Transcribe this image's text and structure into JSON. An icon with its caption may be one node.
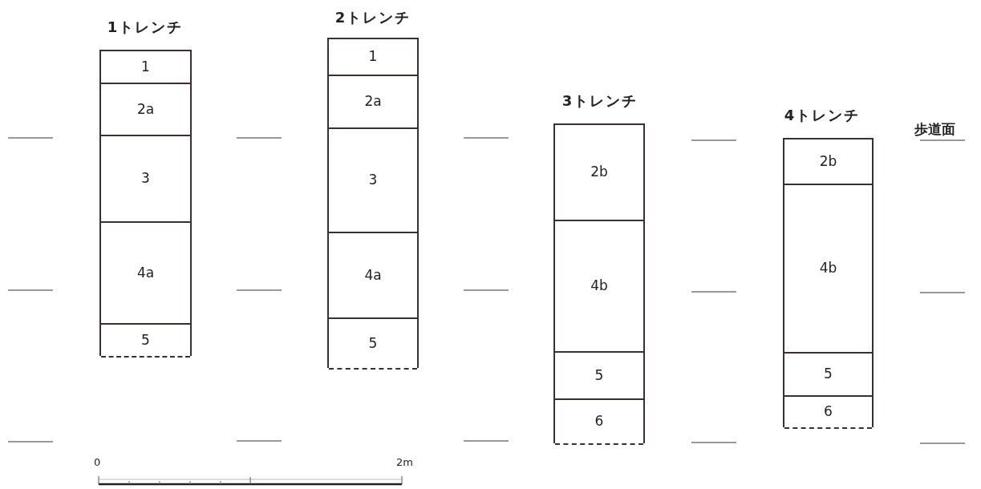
{
  "diagram": {
    "nodes": [
      {
        "text": [
          "1トレンチ"
        ]
      },
      {
        "text": [
          "1"
        ],
        "in": 0
      },
      {
        "text": [
          "2a"
        ],
        "in": 0
      },
      {
        "text": [
          "3"
        ],
        "in": 0
      },
      {
        "text": [
          "4a"
        ],
        "in": 0
      },
      {
        "text": [
          "5"
        ],
        "in": 0
      },
      {
        "text": [
          "2トレンチ"
        ]
      },
      {
        "text": [
          "1"
        ],
        "in": 6
      },
      {
        "text": [
          "2a"
        ],
        "in": 6
      },
      {
        "text": [
          "3"
        ],
        "in": 6
      },
      {
        "text": [
          "4a"
        ],
        "in": 6
      },
      {
        "text": [
          "5"
        ],
        "in": 6
      },
      {
        "text": [
          "3トレンチ"
        ]
      },
      {
        "text": [
          "2b"
        ],
        "in": 12
      },
      {
        "text": [
          "4b"
        ],
        "in": 12
      },
      {
        "text": [
          "5"
        ],
        "in": 12
      },
      {
        "text": [
          "6"
        ],
        "in": 12
      },
      {
        "text": [
          "4トレンチ"
        ]
      },
      {
        "text": [
          "2b"
        ],
        "in": 17
      },
      {
        "text": [
          "4b"
        ],
        "in": 17
      },
      {
        "text": [
          "5"
        ],
        "in": 17
      },
      {
        "text": [
          "6"
        ],
        "in": 17
      }
    ],
    "labels": [
      "歩道面",
      "0",
      "2m"
    ]
  }
}
